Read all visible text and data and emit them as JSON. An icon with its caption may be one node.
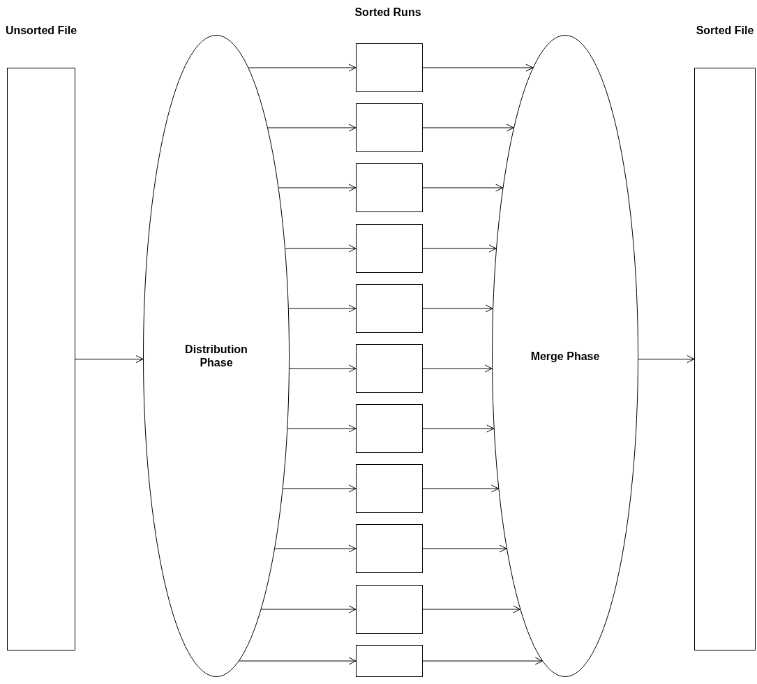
{
  "diagram": {
    "nodes": [
      {
        "text": [
          "Unsorted File"
        ]
      },
      {
        "text": [
          "Distribution Phase"
        ]
      },
      {
        "text": [],
        "shape": "box"
      },
      {
        "text": [],
        "shape": "box"
      },
      {
        "text": [],
        "shape": "box"
      },
      {
        "text": [],
        "shape": "box"
      },
      {
        "text": [],
        "shape": "box"
      },
      {
        "text": [],
        "shape": "box"
      },
      {
        "text": [],
        "shape": "box"
      },
      {
        "text": [],
        "shape": "box"
      },
      {
        "text": [],
        "shape": "box"
      },
      {
        "text": [],
        "shape": "box"
      },
      {
        "text": [],
        "shape": "box"
      },
      {
        "text": [
          "Merge Phase"
        ]
      },
      {
        "text": [
          "Sorted File"
        ]
      }
    ],
    "edges": [
      {
        "from": 0,
        "to": 1,
        "arrow": "to"
      },
      {
        "from": 1,
        "to": 2,
        "arrow": "to"
      },
      {
        "from": 1,
        "to": 3,
        "arrow": "to"
      },
      {
        "from": 1,
        "to": 4,
        "arrow": "to"
      },
      {
        "from": 1,
        "to": 5,
        "arrow": "to"
      },
      {
        "from": 1,
        "to": 6,
        "arrow": "to"
      },
      {
        "from": 1,
        "to": 7,
        "arrow": "to"
      },
      {
        "from": 1,
        "to": 8,
        "arrow": "to"
      },
      {
        "from": 1,
        "to": 9,
        "arrow": "to"
      },
      {
        "from": 1,
        "to": 10,
        "arrow": "to"
      },
      {
        "from": 1,
        "to": 11,
        "arrow": "to"
      },
      {
        "from": 1,
        "to": 12,
        "arrow": "to"
      },
      {
        "from": 2,
        "to": 13,
        "arrow": "to"
      },
      {
        "from": 3,
        "to": 13,
        "arrow": "to"
      },
      {
        "from": 4,
        "to": 13,
        "arrow": "to"
      },
      {
        "from": 5,
        "to": 13,
        "arrow": "to"
      },
      {
        "from": 6,
        "to": 13,
        "arrow": "to"
      },
      {
        "from": 7,
        "to": 13,
        "arrow": "to"
      },
      {
        "from": 8,
        "to": 13,
        "arrow": "to"
      },
      {
        "from": 9,
        "to": 13,
        "arrow": "to"
      },
      {
        "from": 10,
        "to": 13,
        "arrow": "to"
      },
      {
        "from": 11,
        "to": 13,
        "arrow": "to"
      },
      {
        "from": 12,
        "to": 13,
        "arrow": "to"
      },
      {
        "from": 13,
        "to": 14,
        "arrow": "to"
      }
    ],
    "labels": [
      "Sorted Runs"
    ]
  }
}
